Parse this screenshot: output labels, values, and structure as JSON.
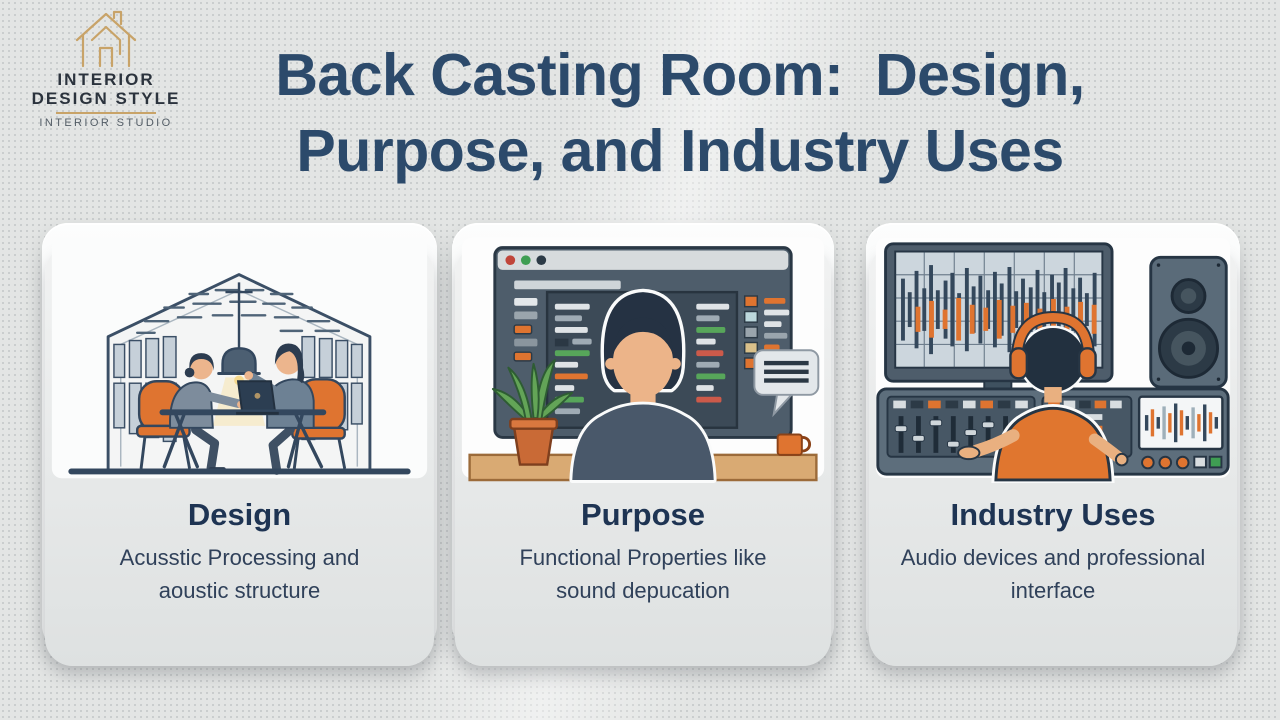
{
  "logo": {
    "icon": "house-outline-icon",
    "name_line1": "INTERIOR",
    "name_line2": "DESIGN STYLE",
    "tagline": "INTERIOR STUDIO"
  },
  "title": {
    "line1": "Back Casting Room:  Design,",
    "line2": "Purpose, and Industry Uses"
  },
  "cards": [
    {
      "heading": "Design",
      "description": "Acusstic Processing and aoustic structure",
      "description_lines": [
        "Acusstic Processing and",
        "aoustic structure"
      ],
      "illustration": "meeting-room-acoustic-panels-scene"
    },
    {
      "heading": "Purpose",
      "description": "Functional Properties like sound depucation",
      "description_lines": [
        "Functional Properties like",
        "sound depucation"
      ],
      "illustration": "person-at-code-screen-scene"
    },
    {
      "heading": "Industry Uses",
      "description": "Audio devices and professional interface",
      "description_lines": [
        "Audio devices and professional",
        "interface"
      ],
      "illustration": "audio-engineer-mixing-console-scene"
    }
  ],
  "colors": {
    "page_background": "#e3e5e4",
    "title_text": "#2c4a6b",
    "card_heading_text": "#1e3453",
    "card_body_text": "#30415a",
    "accent_orange": "#df7430",
    "accent_navy": "#33475e",
    "slate_panel": "#4e5d6b",
    "logo_gold": "#c8a368",
    "skin_tone": "#ecb489",
    "plant_green": "#63a457",
    "desk_wood": "#d9aa73"
  }
}
